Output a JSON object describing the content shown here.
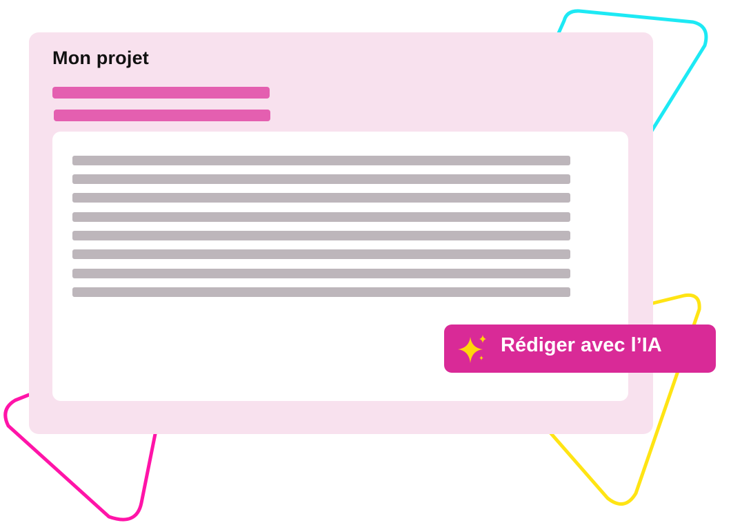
{
  "project": {
    "title": "Mon projet"
  },
  "placeholder_line_count": 8,
  "ai_button": {
    "label": "Rédiger avec l’IA",
    "icon": "sparkles-icon"
  },
  "colors": {
    "card_background": "#f8e1ee",
    "pink_bars": "#e45fb0",
    "text_lines": "#bdb6bb",
    "button": "#d92a97",
    "sparkle": "#ffd60a",
    "cyan_shape": "#1de9f4",
    "yellow_shape": "#ffe414",
    "magenta_shape": "#ff14a8"
  }
}
